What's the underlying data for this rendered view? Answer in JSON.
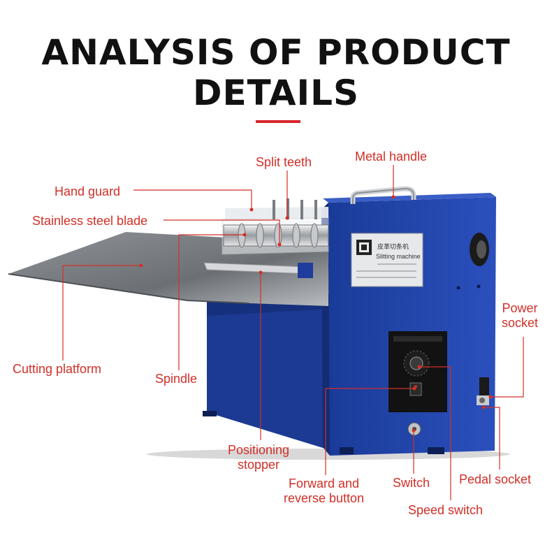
{
  "header": {
    "title_line1": "ANALYSIS OF PRODUCT",
    "title_line2": "DETAILS",
    "accent_color": "#d7262b"
  },
  "machine": {
    "nameplate_cn": "皮革切条机",
    "nameplate_en": "Slitting machine",
    "body_color": "#1f44a8",
    "base_color": "#1c3a92"
  },
  "labels": {
    "split_teeth": "Split teeth",
    "metal_handle": "Metal handle",
    "hand_guard": "Hand guard",
    "stainless_steel_blade": "Stainless steel blade",
    "power_socket_line1": "Power",
    "power_socket_line2": "socket",
    "cutting_platform": "Cutting platform",
    "spindle": "Spindle",
    "positioning_stopper_line1": "Positioning",
    "positioning_stopper_line2": "stopper",
    "forward_reverse_line1": "Forward and",
    "forward_reverse_line2": "reverse button",
    "switch": "Switch",
    "pedal_socket": "Pedal socket",
    "speed_switch": "Speed switch",
    "label_color": "#d22f27"
  }
}
